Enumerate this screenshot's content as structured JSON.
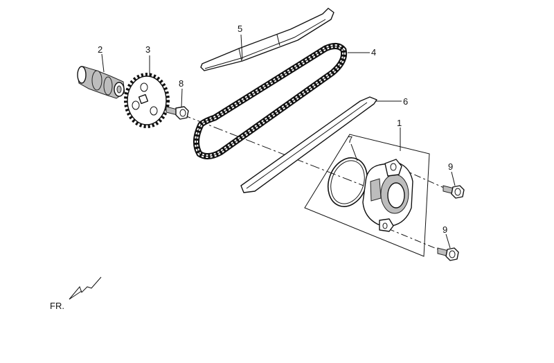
{
  "callouts": {
    "c1": "1",
    "c2": "2",
    "c3": "3",
    "c4": "4",
    "c5": "5",
    "c6": "6",
    "c7": "7",
    "c8": "8",
    "c9a": "9",
    "c9b": "9"
  },
  "direction_label": "FR."
}
